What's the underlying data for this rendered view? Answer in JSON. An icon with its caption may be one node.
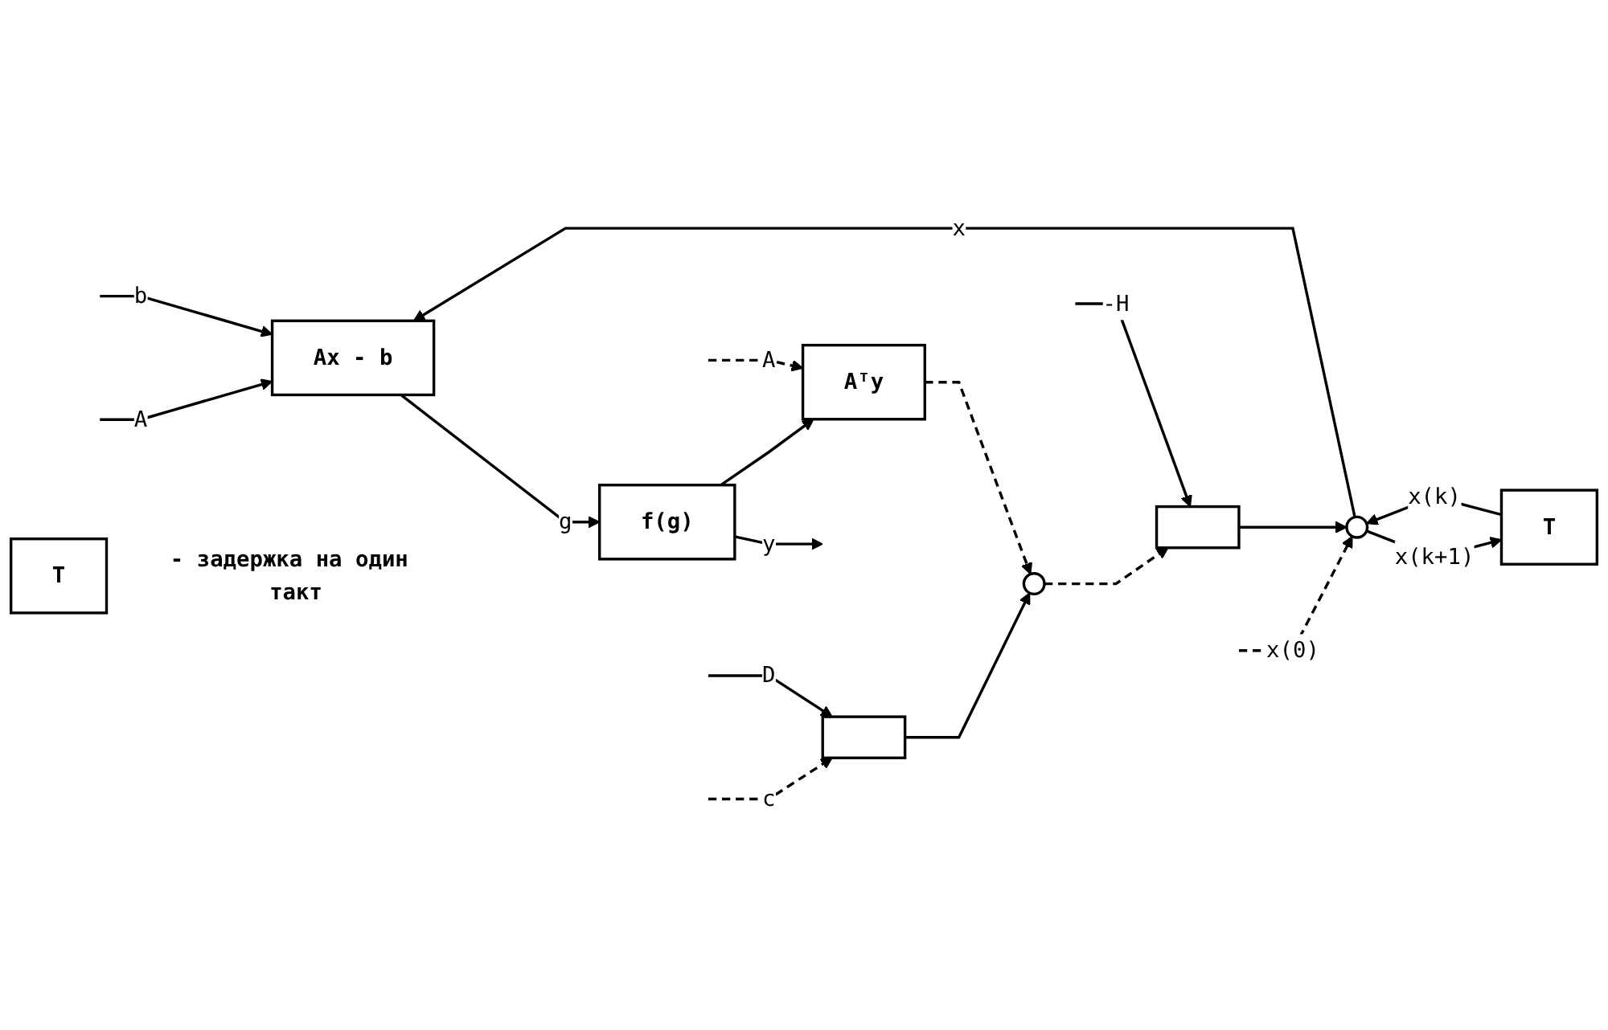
{
  "diagram": {
    "nodes": [
      {
        "text": [
          "Ax - b"
        ]
      },
      {
        "text": [
          "f(g)"
        ]
      },
      {
        "text": [
          "T"
        ],
        "beside": [
          "- задержка на один такт"
        ]
      },
      {
        "text": [
          "T"
        ]
      },
      {
        "text": [],
        "shape": "circle"
      },
      {
        "text": [],
        "shape": "box"
      },
      {
        "text": [
          "Aᵀy"
        ]
      },
      {
        "text": [],
        "shape": "box"
      },
      {
        "text": [],
        "shape": "circle"
      }
    ],
    "edges": [
      {
        "from": null,
        "to": 0,
        "arrow": "to",
        "label": "A"
      },
      {
        "from": null,
        "to": 0,
        "arrow": "to",
        "label": "b"
      },
      {
        "from": 4,
        "to": 0,
        "arrow": "to",
        "label": "x"
      },
      {
        "from": 0,
        "to": 1,
        "arrow": "to",
        "label": "g"
      },
      {
        "from": 1,
        "to": null,
        "arrow": "to",
        "label": "y"
      },
      {
        "from": 1,
        "to": 6,
        "arrow": "to"
      },
      {
        "from": 4,
        "to": 3,
        "arrow": "to",
        "label": "x(k+1)"
      },
      {
        "from": 3,
        "to": 4,
        "arrow": "to",
        "label": "x(k)"
      },
      {
        "from": null,
        "to": 4,
        "arrow": "to",
        "label": "x(0)",
        "style": "dashed"
      },
      {
        "from": null,
        "to": 5,
        "arrow": "to",
        "label": "c",
        "style": "dashed"
      },
      {
        "from": null,
        "to": 5,
        "arrow": "to",
        "label": "D"
      },
      {
        "from": 5,
        "to": 8,
        "arrow": "to"
      },
      {
        "from": null,
        "to": 6,
        "arrow": "to",
        "label": "A",
        "style": "dashed"
      },
      {
        "from": 6,
        "to": 8,
        "arrow": "to",
        "style": "dashed"
      },
      {
        "from": 8,
        "to": 7,
        "arrow": "to",
        "style": "dashed"
      },
      {
        "from": null,
        "to": 7,
        "arrow": "to",
        "label": "-H"
      },
      {
        "from": 7,
        "to": 4,
        "arrow": "to"
      }
    ]
  }
}
